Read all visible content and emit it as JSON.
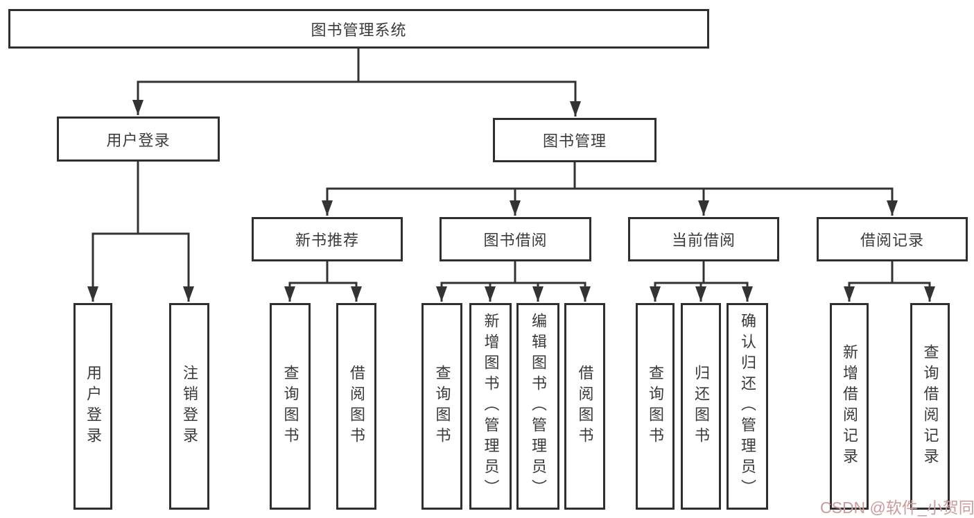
{
  "diagram": {
    "root": {
      "label": "图书管理系统"
    },
    "branches": [
      {
        "label": "用户登录",
        "leaves": [
          "用户登录",
          "注销登录"
        ]
      },
      {
        "label": "图书管理",
        "groups": [
          {
            "label": "新书推荐",
            "leaves": [
              "查询图书",
              "借阅图书"
            ]
          },
          {
            "label": "图书借阅",
            "leaves": [
              "查询图书",
              "新增图书（管理员）",
              "编辑图书（管理员）",
              "借阅图书"
            ]
          },
          {
            "label": "当前借阅",
            "leaves": [
              "查询图书",
              "归还图书",
              "确认归还（管理员）"
            ]
          },
          {
            "label": "借阅记录",
            "leaves": [
              "新增借阅记录",
              "查询借阅记录"
            ]
          }
        ]
      }
    ]
  },
  "watermark": {
    "text": "CSDN @软件_小贺同学"
  },
  "colors": {
    "line": "#333333",
    "box_border": "#2f2f2f",
    "text": "#3a3a3a",
    "watermark": "#cc9a9a",
    "background": "#ffffff"
  }
}
